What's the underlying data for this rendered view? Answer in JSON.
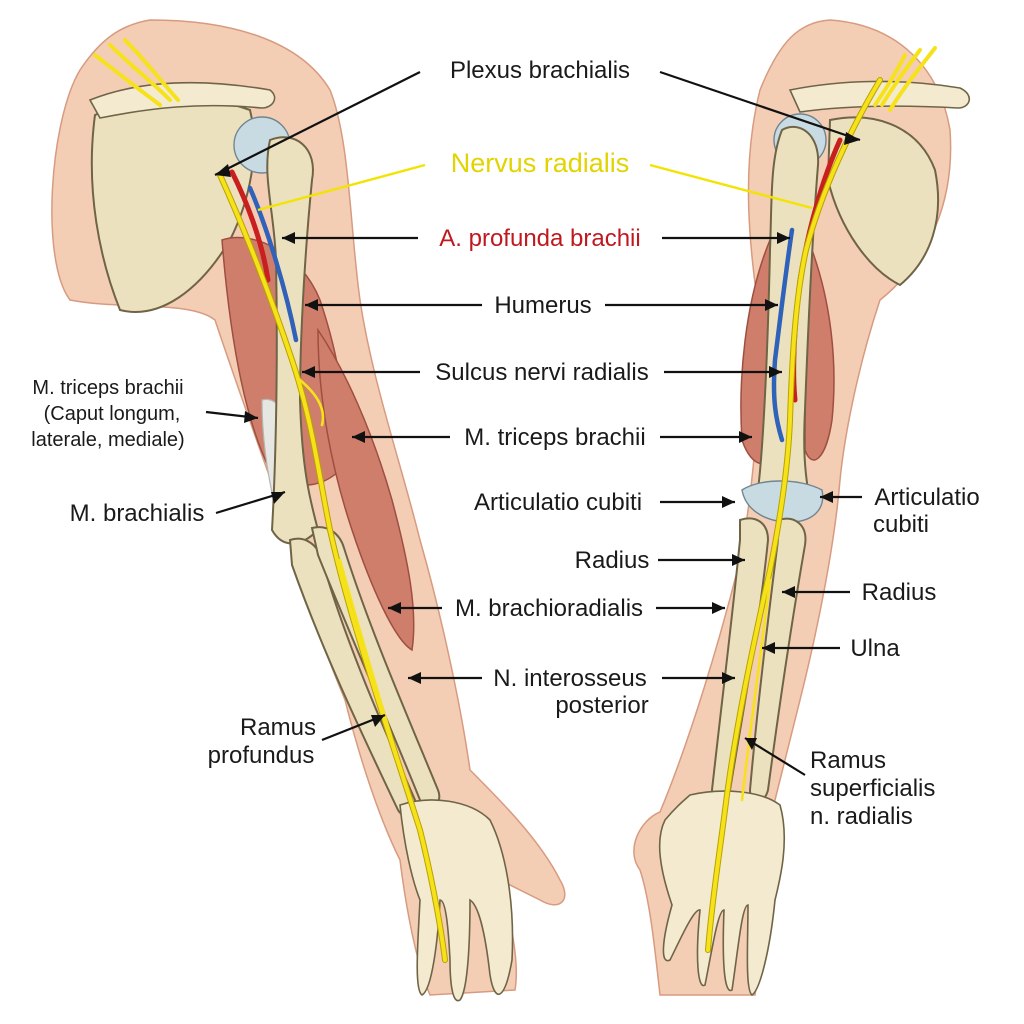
{
  "labels": {
    "plexus_brachialis": "Plexus brachialis",
    "nervus_radialis": "Nervus radialis",
    "a_profunda_brachii": "A. profunda brachii",
    "humerus": "Humerus",
    "sulcus_nervi_radialis": "Sulcus nervi radialis",
    "m_triceps_brachii": "M. triceps brachii",
    "articulatio_cubiti_center": "Articulatio cubiti",
    "radius_center": "Radius",
    "m_brachioradialis": "M. brachioradialis",
    "n_interosseus_line1": "N. interosseus",
    "n_interosseus_line2": "posterior",
    "triceps_left_line1": "M. triceps brachii",
    "triceps_left_line2": "(Caput longum,",
    "triceps_left_line3": "laterale, mediale)",
    "m_brachialis": "M. brachialis",
    "ramus_profundus_line1": "Ramus",
    "ramus_profundus_line2": "profundus",
    "articulatio_cubiti_right_line1": "Articulatio",
    "articulatio_cubiti_right_line2": "cubiti",
    "radius_right": "Radius",
    "ulna": "Ulna",
    "ramus_superficialis_line1": "Ramus",
    "ramus_superficialis_line2": "superficialis",
    "ramus_superficialis_line3": "n. radialis"
  },
  "colors": {
    "nerve": "#f6e21a",
    "artery": "#c81f1f",
    "vein": "#2f62b8",
    "muscle": "#cf7e6c",
    "bone": "#ece1bf",
    "skin": "#f4cdb5",
    "nervus_radialis_label": "#e2d400",
    "a_profunda_label": "#c0181f"
  }
}
